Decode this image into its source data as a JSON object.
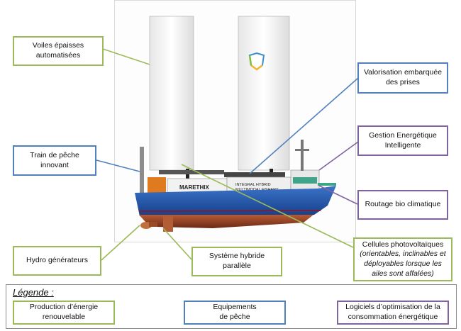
{
  "labels": {
    "sails": "Voiles épaisses\nautomatisées",
    "onboard_valorisation": "Valorisation embarquée\ndes prises",
    "energy_management": "Gestion Energétique\nIntelligente",
    "fishing_gear": "Train de pêche\ninnovant",
    "climatic_routing": "Routage bio climatique",
    "hydro_generators": "Hydro générateurs",
    "hybrid_system": "Système hybride\nparallèle",
    "pv_cells_title": "Cellules photovoltaïques",
    "pv_cells_detail": "(orientables, inclinables et\ndéployables lorsque les\nailes sont affalées)"
  },
  "vessel": {
    "brand": "MARETHIX",
    "hull_text_line1": "INTEGRAL HYBRID",
    "hull_text_line2": "MULTIMODAL FISHERY"
  },
  "legend": {
    "title": "Légende :",
    "items": [
      {
        "label": "Production d’énergie\nrenouvelable",
        "color": "#9bbb59"
      },
      {
        "label": "Equipements\nde pêche",
        "color": "#4f81bd"
      },
      {
        "label": "Logiciels d’optimisation de la\nconsommation énergétique",
        "color": "#8064a2"
      }
    ]
  },
  "colors": {
    "green": "#9bbb59",
    "blue": "#4f81bd",
    "purple": "#8064a2",
    "hull_blue": "#1d4fa3",
    "hull_red": "#8a3a22",
    "cabin_teal": "#3fa58a"
  }
}
